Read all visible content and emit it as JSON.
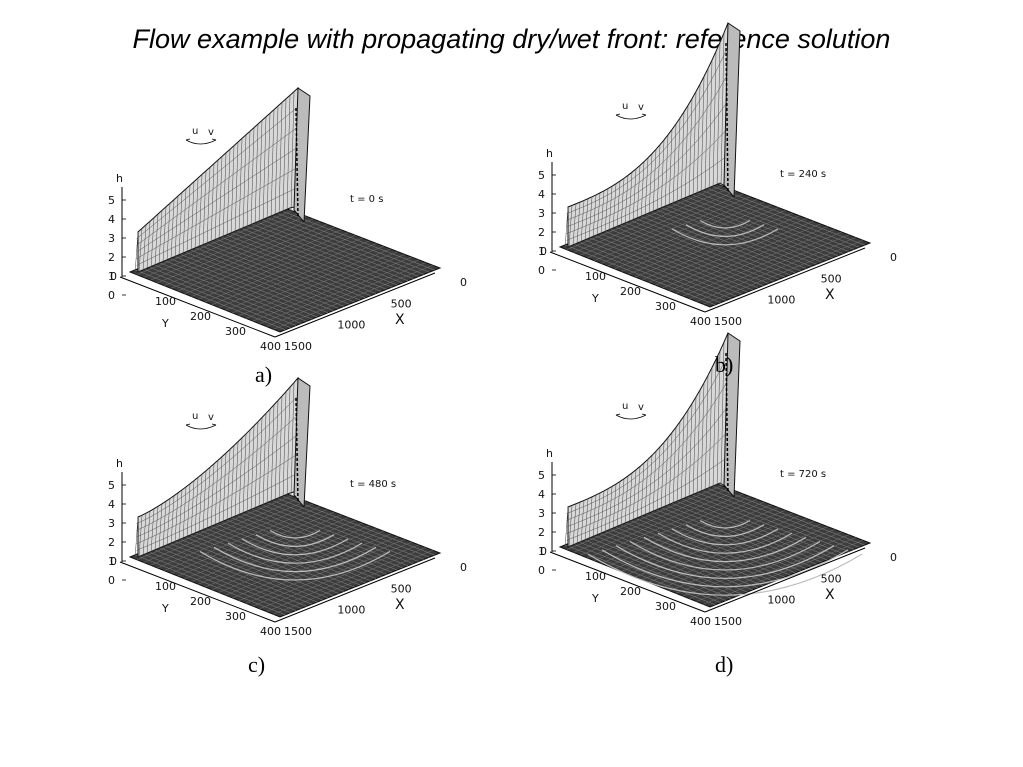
{
  "title": "Flow example with propagating dry/wet front: reference solution",
  "panels": [
    {
      "caption": "a)",
      "time_label": "t = 0 s",
      "h_label": "h",
      "u_label": "u",
      "v_label": "v",
      "h_ticks": [
        "5",
        "4",
        "3",
        "2",
        "1",
        "0"
      ],
      "y_label": "Y",
      "y_ticks": [
        "0",
        "100",
        "200",
        "300",
        "400"
      ],
      "x_label": "X",
      "x_ticks": [
        "0",
        "500",
        "1000",
        "1500"
      ]
    },
    {
      "caption": "b)",
      "time_label": "t = 240 s",
      "h_label": "h",
      "u_label": "u",
      "v_label": "v",
      "h_ticks": [
        "5",
        "4",
        "3",
        "2",
        "1",
        "0"
      ],
      "y_label": "Y",
      "y_ticks": [
        "0",
        "100",
        "200",
        "300",
        "400"
      ],
      "x_label": "X",
      "x_ticks": [
        "0",
        "500",
        "1000",
        "1500"
      ]
    },
    {
      "caption": "c)",
      "time_label": "t = 480 s",
      "h_label": "h",
      "u_label": "u",
      "v_label": "v",
      "h_ticks": [
        "5",
        "4",
        "3",
        "2",
        "1",
        "0"
      ],
      "y_label": "Y",
      "y_ticks": [
        "0",
        "100",
        "200",
        "300",
        "400"
      ],
      "x_label": "X",
      "x_ticks": [
        "0",
        "500",
        "1000",
        "1500"
      ]
    },
    {
      "caption": "d)",
      "time_label": "t = 720 s",
      "h_label": "h",
      "u_label": "u",
      "v_label": "v",
      "h_ticks": [
        "5",
        "4",
        "3",
        "2",
        "1",
        "0"
      ],
      "y_label": "Y",
      "y_ticks": [
        "0",
        "100",
        "200",
        "300",
        "400"
      ],
      "x_label": "X",
      "x_ticks": [
        "0",
        "500",
        "1000",
        "1500"
      ]
    }
  ]
}
